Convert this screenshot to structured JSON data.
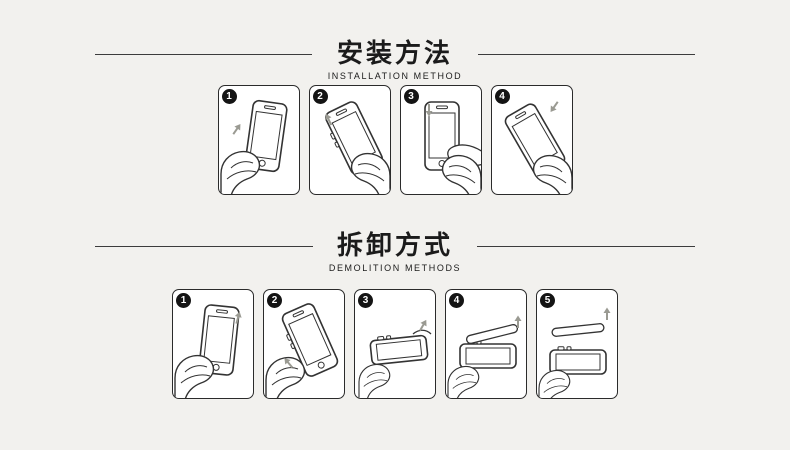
{
  "colors": {
    "bg": "#f2f1ee",
    "rule": "#3c3c3c",
    "ink": "#1b1b1b",
    "panel-border": "#2b2b2b",
    "badge-bg": "#141414",
    "badge-fg": "#ffffff",
    "arrow": "#9a9a92"
  },
  "sections": {
    "install": {
      "title": "安装方法",
      "subtitle": "INSTALLATION METHOD",
      "steps": [
        {
          "num": "1"
        },
        {
          "num": "2"
        },
        {
          "num": "3"
        },
        {
          "num": "4"
        }
      ]
    },
    "removal": {
      "title": "拆卸方式",
      "subtitle": "DEMOLITION METHODS",
      "steps": [
        {
          "num": "1"
        },
        {
          "num": "2"
        },
        {
          "num": "3"
        },
        {
          "num": "4"
        },
        {
          "num": "5"
        }
      ]
    }
  }
}
